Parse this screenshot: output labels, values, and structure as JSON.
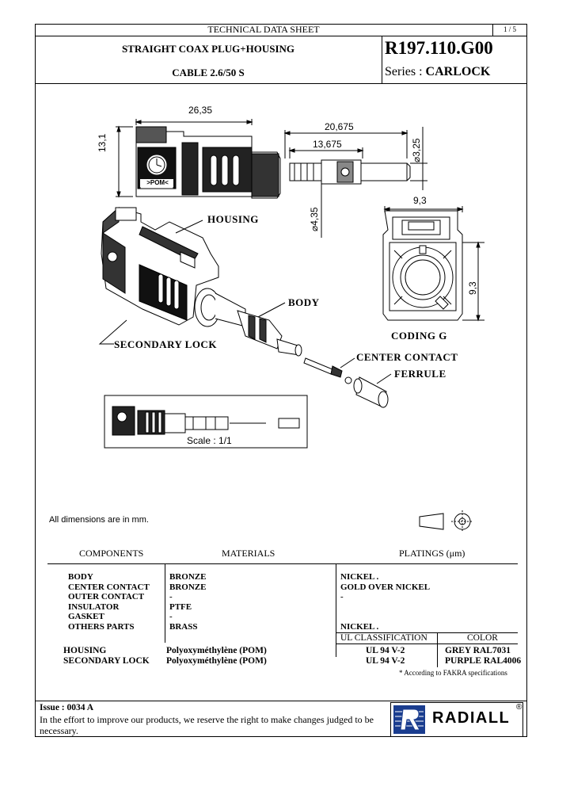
{
  "header": {
    "doc_title": "TECHNICAL DATA SHEET",
    "page": "1 / 5",
    "product_line1": "STRAIGHT COAX PLUG+HOUSING",
    "product_line2": "CABLE 2.6/50 S",
    "part_number": "R197.110.G00",
    "series_label": "Series : ",
    "series_name": "CARLOCK"
  },
  "drawing": {
    "dim_length": "26,35",
    "dim_height": "13,1",
    "dim_contact_long": "20,675",
    "dim_contact_short": "13,675",
    "dim_diameter_small": "3,25",
    "dim_diameter_large": "4,35",
    "dim_width": "9,3",
    "dim_side": "9,3",
    "pom_label": "POM",
    "coding_text": "CODING G",
    "label_housing": "HOUSING",
    "label_body": "BODY",
    "label_secondary_lock": "SECONDARY LOCK",
    "label_center_contact": "CENTER CONTACT",
    "label_ferrule": "FERRULE",
    "scale": "Scale : 1/1",
    "dimensions_note": "All dimensions are in mm."
  },
  "table": {
    "headers": {
      "components": "COMPONENTS",
      "materials": "MATERIALS",
      "platings": "PLATINGS (μm)"
    },
    "rows": [
      {
        "component": "BODY",
        "material": "BRONZE",
        "plating": "NICKEL ."
      },
      {
        "component": "CENTER CONTACT",
        "material": "BRONZE",
        "plating": "GOLD OVER NICKEL"
      },
      {
        "component": "OUTER CONTACT",
        "material": "-",
        "plating": "-"
      },
      {
        "component": "INSULATOR",
        "material": "PTFE",
        "plating": ""
      },
      {
        "component": "GASKET",
        "material": "-",
        "plating": ""
      },
      {
        "component": "OTHERS PARTS",
        "material": "BRASS",
        "plating": "NICKEL ."
      }
    ],
    "ul_header": "UL CLASSIFICATION",
    "color_header": "COLOR",
    "plastic_rows": [
      {
        "component": "HOUSING",
        "material": "Polyoxyméthylène (POM)",
        "ul": "UL 94 V-2",
        "color": "GREY RAL7031"
      },
      {
        "component": "SECONDARY LOCK",
        "material": "Polyoxyméthylène (POM)",
        "ul": "UL 94 V-2",
        "color": "PURPLE RAL4006"
      }
    ],
    "footnote": "* According to FAKRA specifications"
  },
  "footer": {
    "issue": "Issue : 0034 A",
    "notice": "In the effort to improve our products, we reserve the right to make changes judged to be necessary.",
    "brand": "RADIALL",
    "registered": "®"
  }
}
